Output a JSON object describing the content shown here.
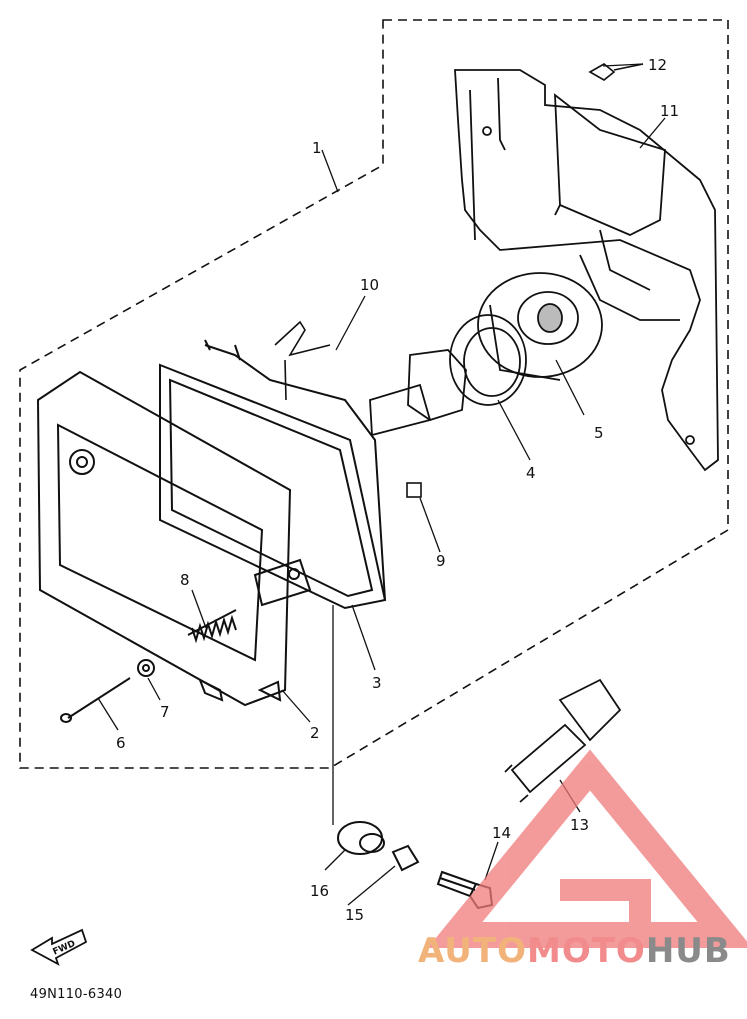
{
  "diagram_code": "49N110-6340",
  "watermark": {
    "part1": "AUTO",
    "part2": "MOTO",
    "part3": "HUB",
    "color_auto": "#f2b37a",
    "color_moto": "#f28b8b",
    "color_hub": "#8a8a8a"
  },
  "fwd_label": "FWD",
  "callouts": [
    "1",
    "2",
    "3",
    "4",
    "5",
    "6",
    "7",
    "8",
    "9",
    "10",
    "11",
    "12",
    "13",
    "14",
    "15",
    "16"
  ],
  "ink_color": "#111111"
}
